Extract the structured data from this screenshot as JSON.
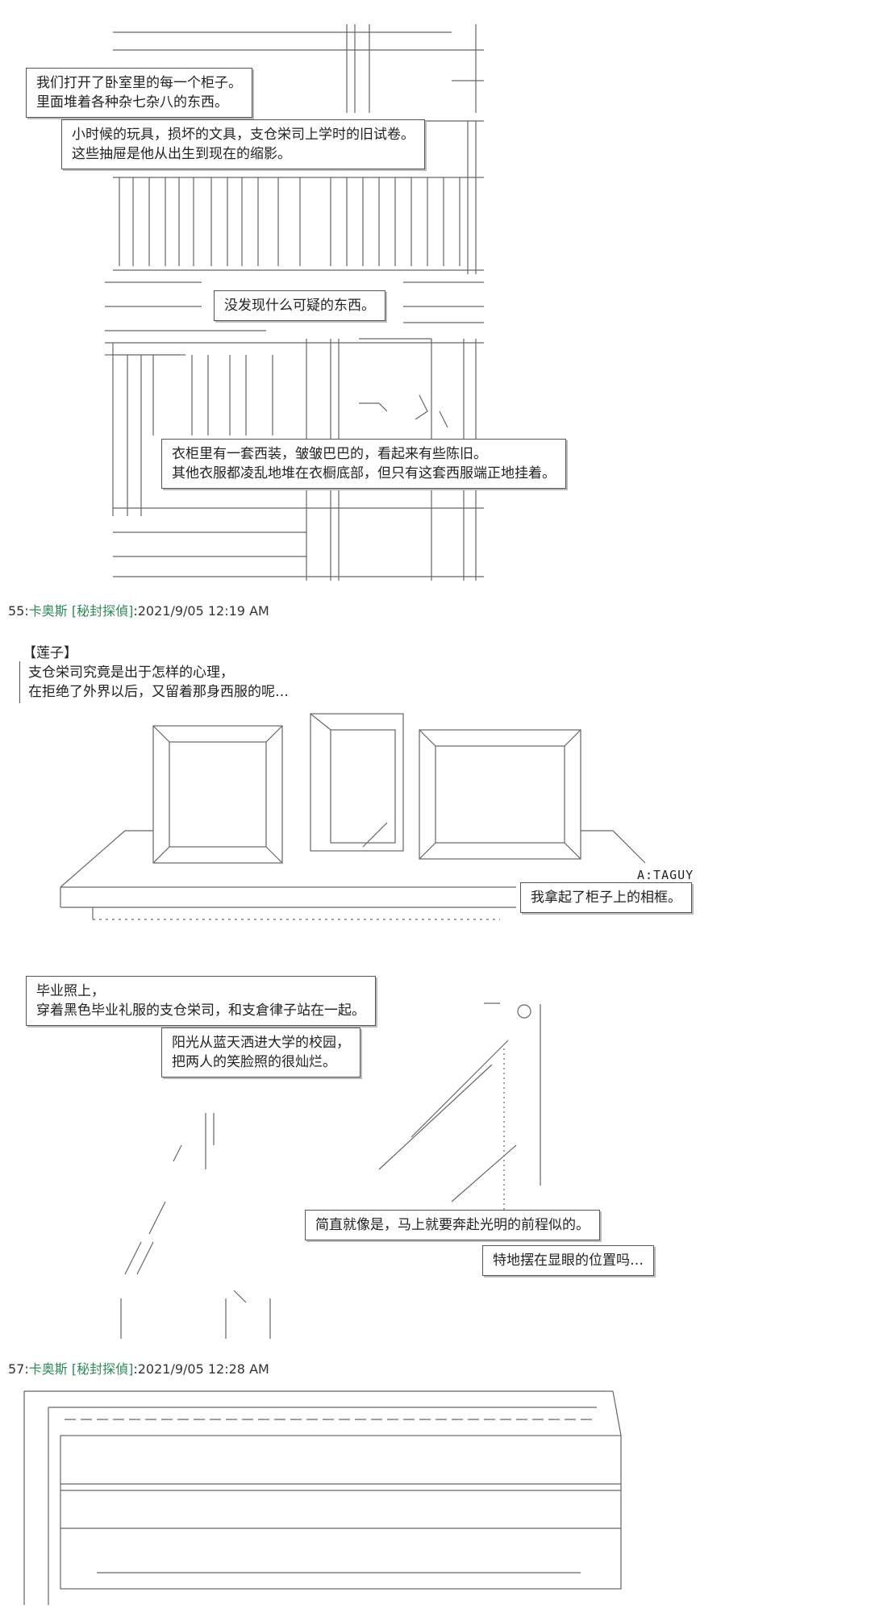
{
  "panel1": {
    "box1": [
      "我们打开了卧室里的每一个柜子。",
      "里面堆着各种杂七杂八的东西。"
    ],
    "box2": [
      "小时候的玩具，损坏的文具，支仓栄司上学时的旧试卷。",
      "这些抽屉是他从出生到现在的缩影。"
    ],
    "box3": "没发现什么可疑的东西。",
    "box4": [
      "衣柜里有一套西装，皱皱巴巴的，看起来有些陈旧。",
      "其他衣服都凌乱地堆在衣橱底部，但只有这套西服端正地挂着。"
    ]
  },
  "post55": {
    "number": "55:",
    "name": "卡奥斯",
    "trip": "[秘封探偵]",
    "date": ":2021/9/05 12:19 AM"
  },
  "panel2": {
    "speaker": "【莲子】",
    "speech": [
      "支仓栄司究竟是出于怎样的心理，",
      "在拒绝了外界以后，又留着那身西服的呢…"
    ],
    "tag": "A:TAGUY",
    "box_frame": "我拿起了柜子上的相框。"
  },
  "panel3": {
    "box1": [
      "毕业照上，",
      "穿着黑色毕业礼服的支仓栄司，和支倉律子站在一起。"
    ],
    "box2": [
      "阳光从蓝天洒进大学的校园，",
      "把两人的笑脸照的很灿烂。"
    ],
    "box3": "简直就像是，马上就要奔赴光明的前程似的。",
    "box4": "特地摆在显眼的位置吗…"
  },
  "post57": {
    "number": "57:",
    "name": "卡奥斯",
    "trip": "[秘封探偵]",
    "date": ":2021/9/05 12:28 AM"
  },
  "colors": {
    "name": "#2e8b57",
    "line": "#555555"
  }
}
